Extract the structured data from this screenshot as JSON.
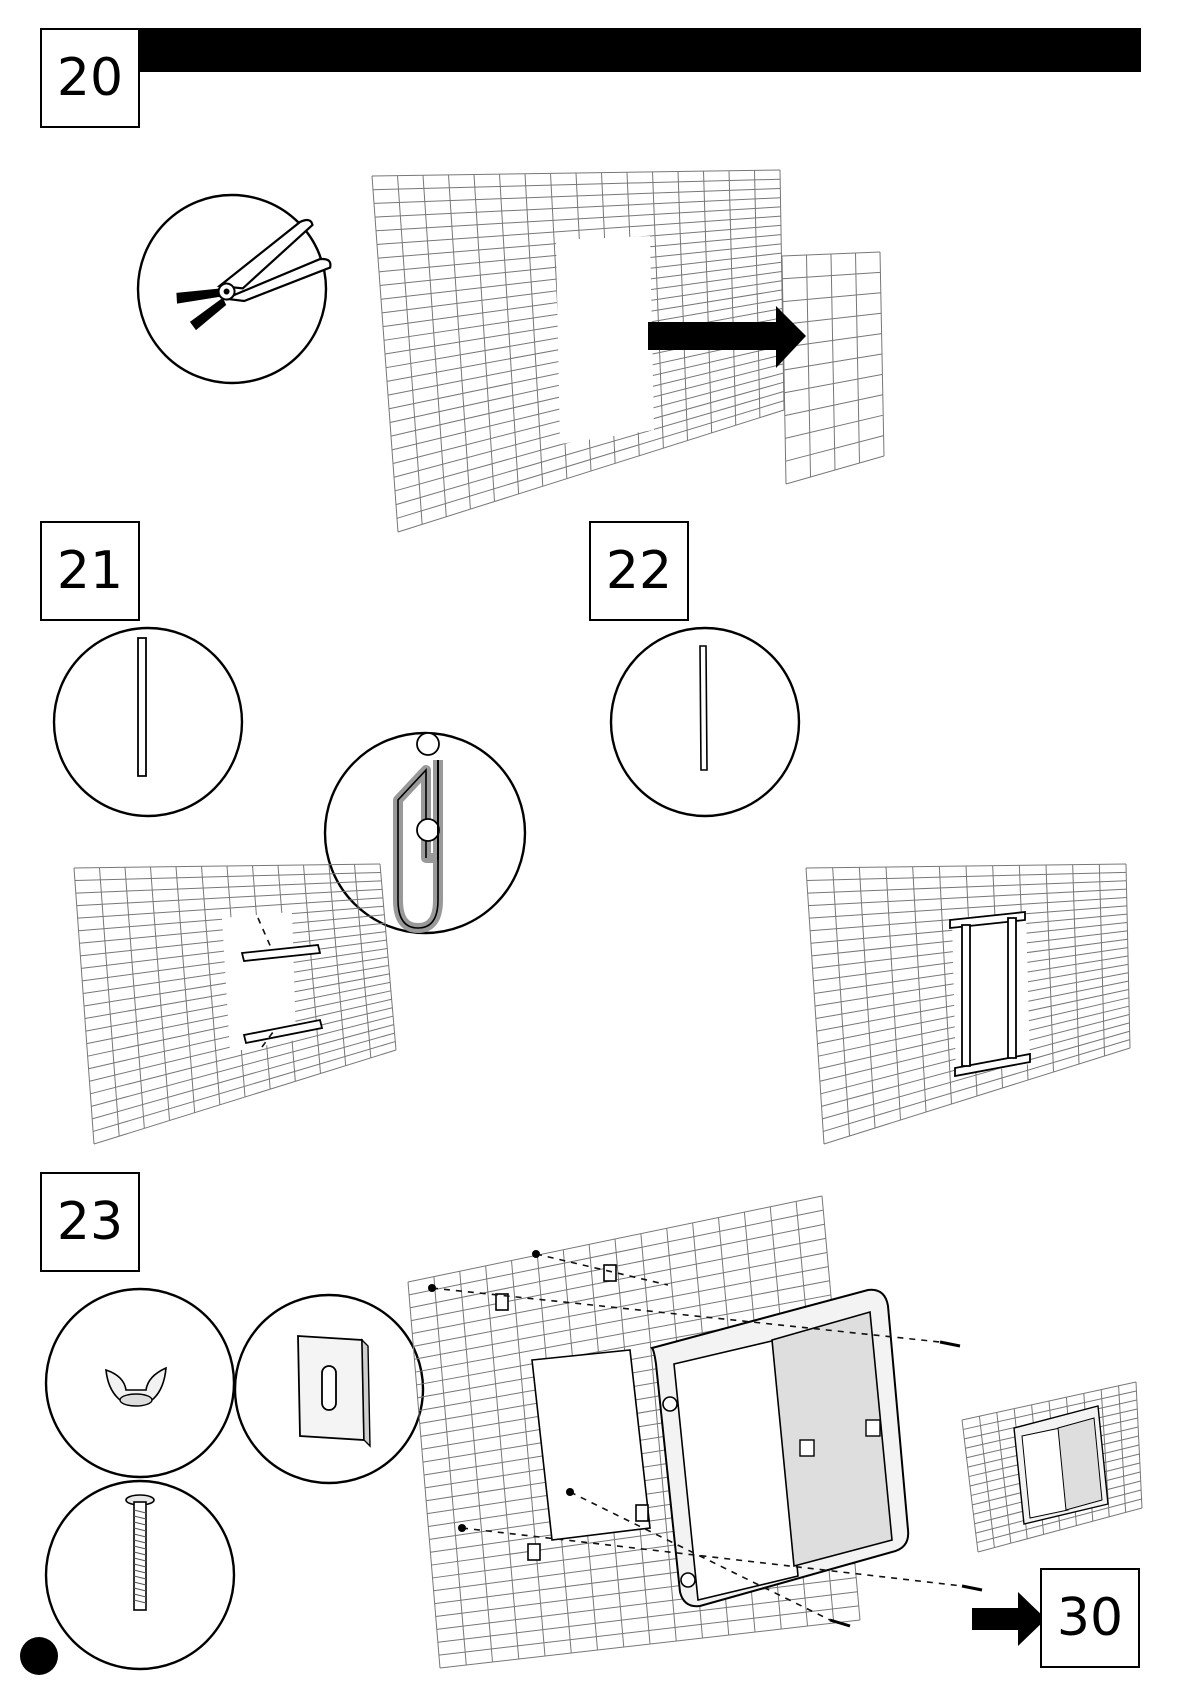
{
  "steps": {
    "s20": "20",
    "s21": "21",
    "s22": "22",
    "s23": "23",
    "next": "30"
  },
  "icons": {
    "pliers": "pliers-icon",
    "wing_nut": "wing-nut-icon",
    "clip_plate": "clip-plate-icon",
    "bolt": "bolt-icon",
    "arrow": "arrow-right-icon"
  },
  "colors": {
    "ink": "#000000",
    "mesh": "#777777",
    "clip_gray": "#bdbdbd"
  }
}
